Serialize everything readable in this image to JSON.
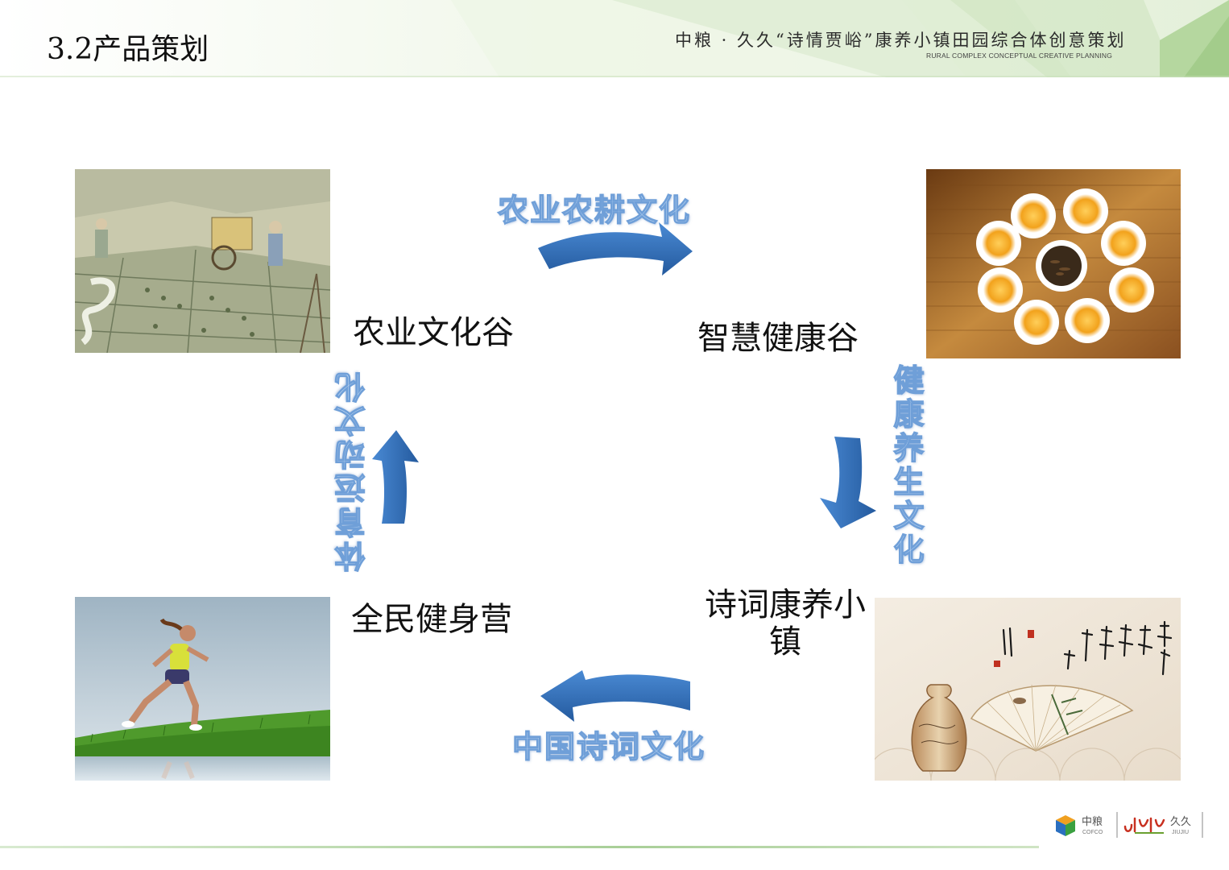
{
  "header": {
    "section_title": "3.2产品策划",
    "project_title": "中粮 · 久久“诗情贾峪”康养小镇田园综合体创意策划",
    "project_subtitle": "RURAL COMPLEX CONCEPTUAL CREATIVE PLANNING"
  },
  "cycle": {
    "nodes": [
      {
        "label": "农业文化谷"
      },
      {
        "label": "智慧健康谷"
      },
      {
        "label": "诗词康养小镇"
      },
      {
        "label": "全民健身营"
      }
    ],
    "links": [
      {
        "label": "农业农耕文化"
      },
      {
        "label": "健康养生文化"
      },
      {
        "label": "中国诗词文化"
      },
      {
        "label": "体育运动文化"
      }
    ]
  },
  "footer": {
    "logo_cofco_cn": "中粮",
    "logo_cofco_en": "COFCO",
    "logo_jiujiu_cn": "久久",
    "logo_jiujiu_en": "JIUJIU"
  },
  "colors": {
    "arrow_blue": "#2f6fba",
    "culture_outline": "#6f9fd8",
    "banner_green": "#b5d79f"
  }
}
